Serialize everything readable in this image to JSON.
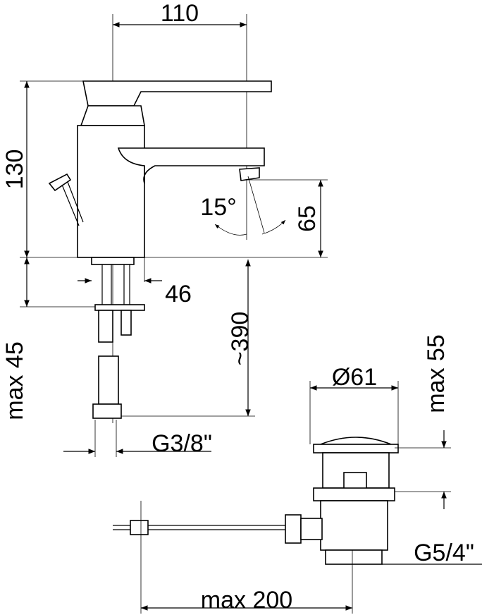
{
  "dimensions": {
    "width_110": "110",
    "height_130": "130",
    "angle_15": "15°",
    "spout_height_65": "65",
    "base_46": "46",
    "max_45": "max 45",
    "hose_390": "~390",
    "thread_g38": "G3/8\"",
    "diameter_61": "Ø61",
    "max_55": "max 55",
    "thread_g54": "G5/4\"",
    "max_200": "max 200"
  }
}
